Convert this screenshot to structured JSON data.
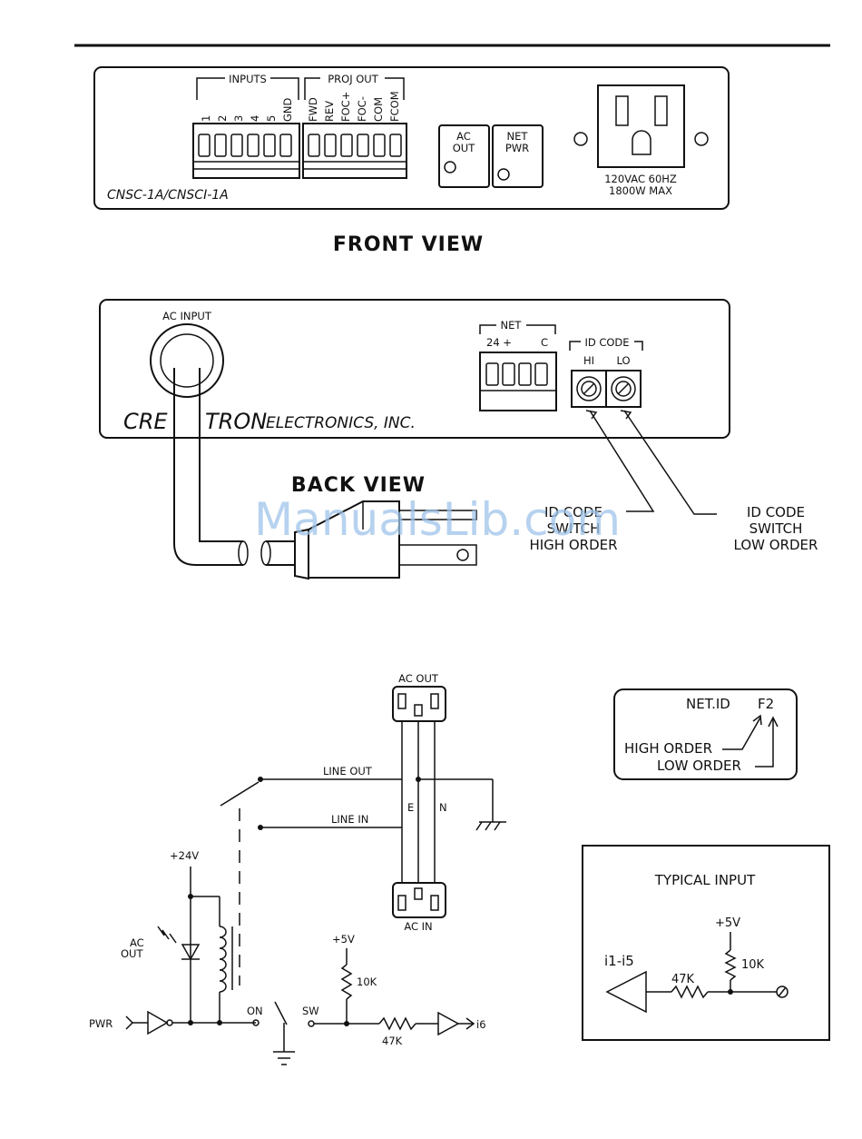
{
  "front_view": {
    "title": "FRONT VIEW",
    "inputs_group": "INPUTS",
    "inputs": [
      "1",
      "2",
      "3",
      "4",
      "5",
      "GND"
    ],
    "proj_out_group": "PROJ OUT",
    "proj_out": [
      "FWD",
      "REV",
      "FOC+",
      "FOC-",
      "COM",
      "FCOM"
    ],
    "model": "CNSC-1A/CNSCI-1A",
    "ac_out_line1": "AC",
    "ac_out_line2": "OUT",
    "net_pwr_line1": "NET",
    "net_pwr_line2": "PWR",
    "outlet_rating_line1": "120VAC 60HZ",
    "outlet_rating_line2": "1800W MAX"
  },
  "back_view": {
    "title": "BACK VIEW",
    "ac_input": "AC INPUT",
    "net_group": "NET",
    "net_24": "24 +",
    "net_c": "C",
    "id_code_group": "ID CODE",
    "hi": "HI",
    "lo": "LO",
    "brand_a": "CRE",
    "brand_b": "TRON",
    "brand_c": "ELECTRONICS, INC.",
    "callout_high": [
      "ID CODE",
      "SWITCH",
      "HIGH ORDER"
    ],
    "callout_low": [
      "ID CODE",
      "SWITCH",
      "LOW ORDER"
    ]
  },
  "schematic": {
    "ac_out": "AC OUT",
    "ac_in": "AC IN",
    "line_out": "LINE OUT",
    "line_in": "LINE IN",
    "e": "E",
    "n": "N",
    "v24": "+24V",
    "ac_out_led_1": "AC",
    "ac_out_led_2": "OUT",
    "pwr": "PWR",
    "on": "ON",
    "v5": "+5V",
    "r10k": "10K",
    "sw": "SW",
    "r47k": "47K",
    "i6": "i6"
  },
  "net_id_box": {
    "title": "NET.ID",
    "value": "F2",
    "high_order": "HIGH ORDER",
    "low_order": "LOW ORDER"
  },
  "typical_input": {
    "title": "TYPICAL INPUT",
    "v5": "+5V",
    "r10k": "10K",
    "r47k": "47K",
    "input_label": "i1-i5"
  },
  "watermark": "ManualsLib.com"
}
